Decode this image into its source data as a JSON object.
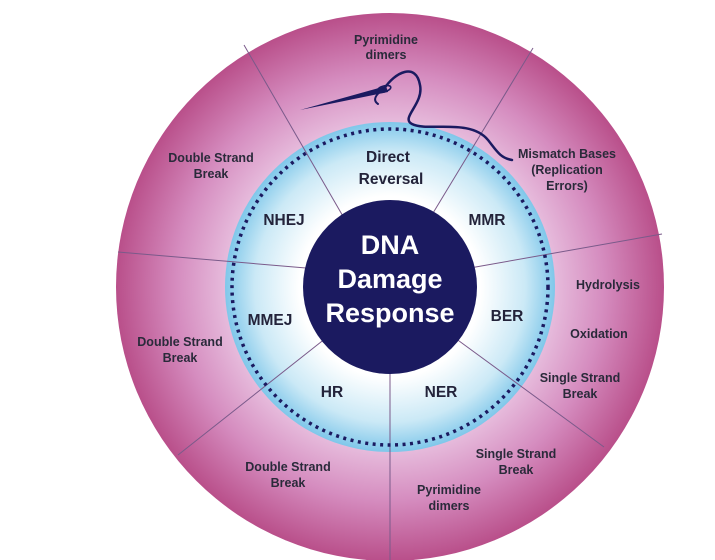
{
  "colors": {
    "outer_ring_edge": "#b94f8a",
    "outer_ring_inner": "#ebc8e4",
    "inner_ring_center": "#ffffff",
    "inner_ring_edge": "#7fc7ea",
    "core_circle": "#1b1a60",
    "dotted_boundary": "#1b1a60",
    "needle_thread": "#1b1a60"
  },
  "icons": [
    "needle-and-thread-icon"
  ],
  "center": {
    "line1": "DNA",
    "line2": "Damage",
    "line3": "Response"
  },
  "repair_methods": {
    "direct_reversal": [
      "Direct",
      "Reversal"
    ],
    "mmr": "MMR",
    "ber": "BER",
    "ner": "NER",
    "hr": "HR",
    "mmej": "MMEJ",
    "nhej": "NHEJ"
  },
  "damage_types": {
    "direct_reversal": [
      "Pyrimidine",
      "dimers"
    ],
    "mmr": [
      "Mismatch Bases",
      "(Replication",
      "Errors)"
    ],
    "ber_1": "Hydrolysis",
    "ber_2": "Oxidation",
    "ber_3": [
      "Single Strand",
      "Break"
    ],
    "ner_1": [
      "Single Strand",
      "Break"
    ],
    "ner_2": [
      "Pyrimidine",
      "dimers"
    ],
    "hr": [
      "Double Strand",
      "Break"
    ],
    "mmej": [
      "Double Strand",
      "Break"
    ],
    "nhej": [
      "Double Strand",
      "Break"
    ]
  }
}
